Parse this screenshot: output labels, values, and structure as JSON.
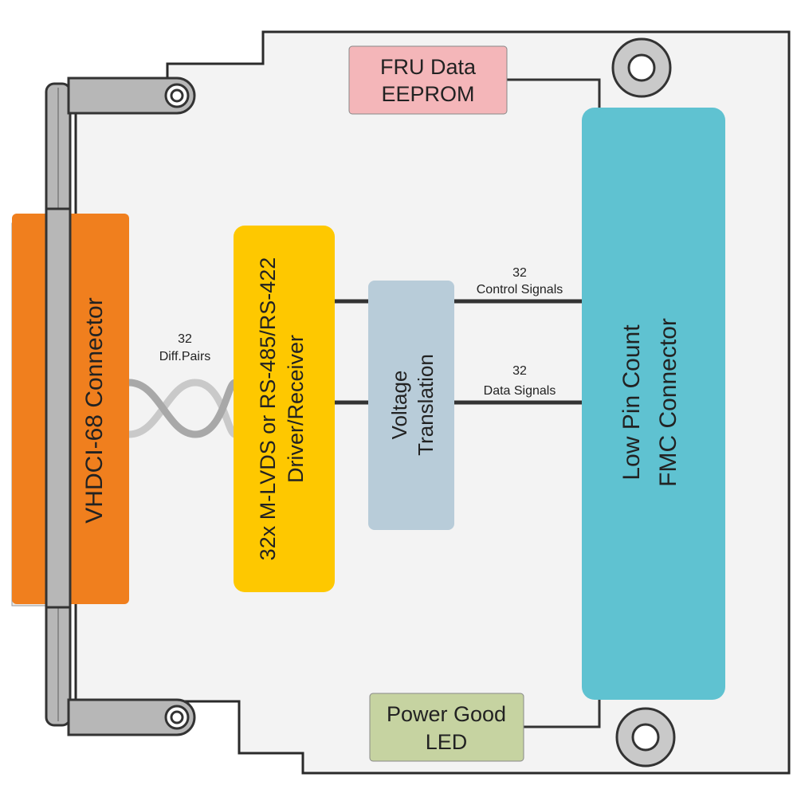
{
  "blocks": {
    "vhdci": {
      "label": "VHDCI-68 Connector",
      "color": "#f07f1e"
    },
    "driver": {
      "label_line1": "32x M-LVDS or RS-485/RS-422",
      "label_line2": "Driver/Receiver",
      "color": "#fec800"
    },
    "voltage": {
      "label_line1": "Voltage",
      "label_line2": "Translation",
      "color": "#b8ccd9"
    },
    "fmc": {
      "label_line1": "Low Pin Count",
      "label_line2": "FMC Connector",
      "color": "#5fc2d1"
    },
    "fru": {
      "label_line1": "FRU Data",
      "label_line2": "EEPROM",
      "color": "#f4b6b9"
    },
    "power": {
      "label_line1": "Power Good",
      "label_line2": "LED",
      "color": "#c6d3a1"
    }
  },
  "signals": {
    "diff": {
      "count": "32",
      "label": "Diff.Pairs"
    },
    "control": {
      "count": "32",
      "label": "Control Signals"
    },
    "data": {
      "count": "32",
      "label": "Data Signals"
    }
  },
  "colors": {
    "board_fill": "#f3f3f3",
    "board_stroke": "#2a2a2a",
    "bracket": "#b7b7b7",
    "wire": "#333333"
  }
}
